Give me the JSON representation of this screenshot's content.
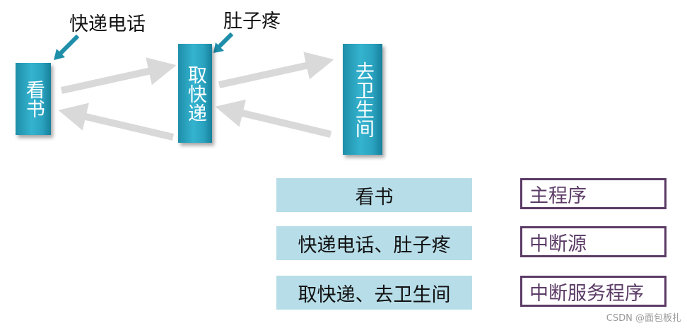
{
  "diagram": {
    "nodes": {
      "read_book": "看书",
      "get_delivery": "取快递",
      "restroom": "去卫生间"
    },
    "annotations": {
      "delivery_call": "快递电话",
      "stomach_ache": "肚子疼"
    }
  },
  "legend": {
    "rows": [
      {
        "event": "看书",
        "term": "主程序"
      },
      {
        "event": "快递电话、肚子疼",
        "term": "中断源"
      },
      {
        "event": "取快递、去卫生间",
        "term": "中断服务程序"
      }
    ]
  },
  "watermark": "CSDN @面包板扎",
  "colors": {
    "node_fill": "#2aa3c0",
    "arrow_gray": "#d9d9d9",
    "legend_fill": "#b7dde8",
    "term_border": "#5b3b66"
  }
}
